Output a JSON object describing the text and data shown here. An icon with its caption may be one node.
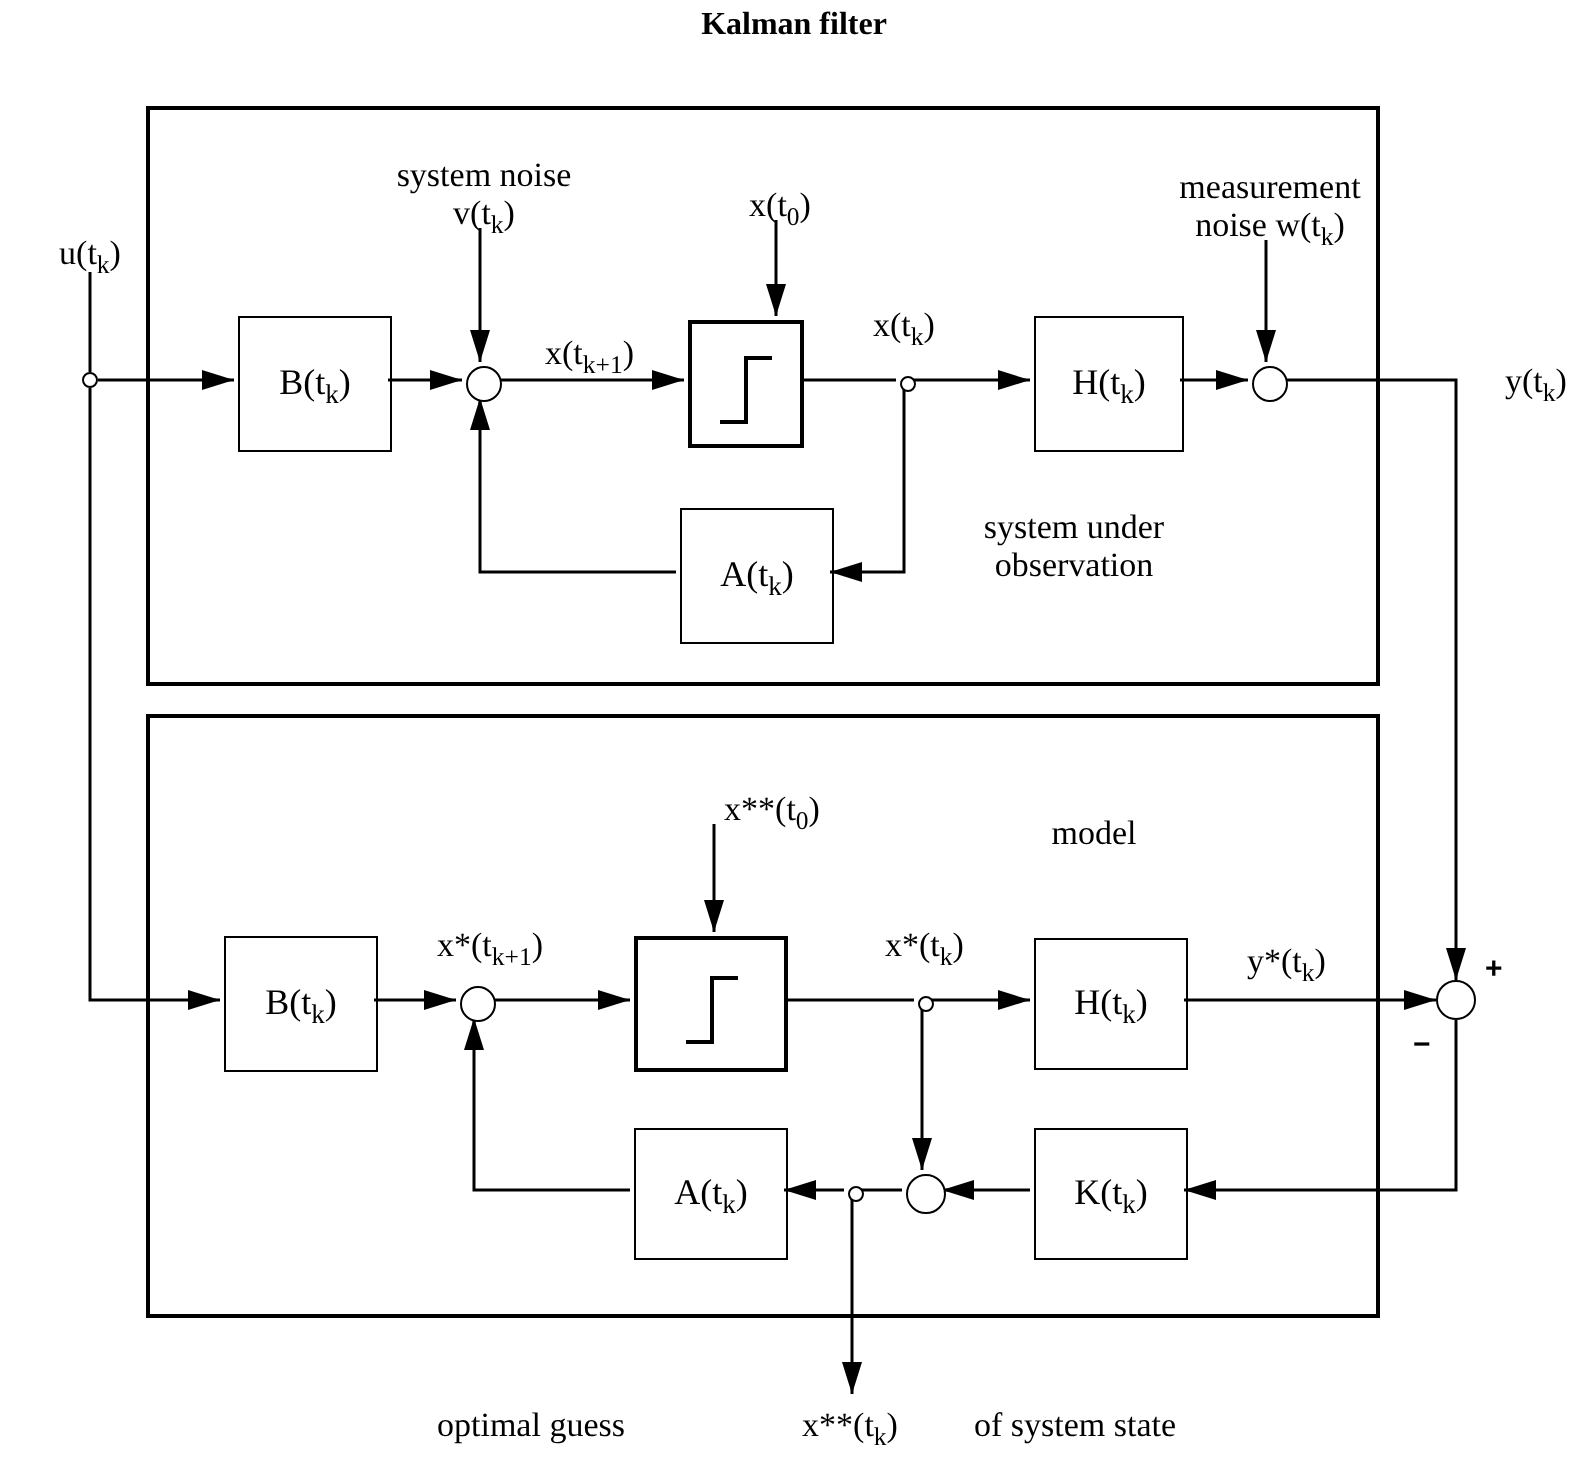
{
  "diagram": {
    "title": "Kalman filter",
    "nodes": [
      {
        "text": [
          "system under observation"
        ]
      },
      {
        "text": [
          "model"
        ]
      },
      {
        "text": [
          "u(t$_{k}$)"
        ]
      },
      {
        "text": [],
        "shape": "circle"
      },
      {
        "text": [
          "B(t$_{k}$)"
        ],
        "in": 0
      },
      {
        "text": [],
        "shape": "circle",
        "in": 0
      },
      {
        "text": [
          "system noise v(t$_{k}$)"
        ],
        "in": 0
      },
      {
        "text": [
          "x(t$_{0}$)"
        ],
        "in": 0
      },
      {
        "text": [],
        "shape": "box",
        "in": 0
      },
      {
        "text": [],
        "shape": "circle",
        "in": 0
      },
      {
        "text": [
          "H(t$_{k}$)"
        ],
        "in": 0
      },
      {
        "text": [
          "measurement noise w(t$_{k}$)"
        ],
        "in": 0
      },
      {
        "text": [],
        "shape": "circle",
        "in": 0
      },
      {
        "text": [
          "A(t$_{k}$)"
        ],
        "in": 0
      },
      {
        "text": [
          "x**(t$_{0}$)"
        ],
        "in": 1
      },
      {
        "text": [
          "B(t$_{k}$)"
        ],
        "in": 1
      },
      {
        "text": [],
        "shape": "circle",
        "in": 1
      },
      {
        "text": [],
        "shape": "box",
        "in": 1
      },
      {
        "text": [],
        "shape": "circle",
        "in": 1
      },
      {
        "text": [
          "H(t$_{k}$)"
        ],
        "in": 1
      },
      {
        "text": [],
        "shape": "circle"
      },
      {
        "text": [
          "K(t$_{k}$)"
        ],
        "in": 1
      },
      {
        "text": [],
        "shape": "circle",
        "in": 1
      },
      {
        "text": [],
        "shape": "circle",
        "in": 1
      },
      {
        "text": [
          "A(t$_{k}$)"
        ],
        "in": 1
      },
      {
        "text": [
          "optimal guess",
          "x**(t$_{k}$)",
          "of system state"
        ]
      }
    ],
    "edges": [
      {
        "from": 2,
        "to": 3,
        "arrow": "none"
      },
      {
        "from": 3,
        "to": 4,
        "arrow": "to"
      },
      {
        "from": 3,
        "to": 15,
        "arrow": "to"
      },
      {
        "from": 4,
        "to": 5,
        "arrow": "to"
      },
      {
        "from": 6,
        "to": 5,
        "arrow": "to"
      },
      {
        "from": 5,
        "to": 8,
        "arrow": "to",
        "label": "x(t$_{k+1}$)"
      },
      {
        "from": 7,
        "to": 8,
        "arrow": "to"
      },
      {
        "from": 8,
        "to": 9,
        "arrow": "none",
        "label": "x(t$_{k}$)"
      },
      {
        "from": 9,
        "to": 10,
        "arrow": "to"
      },
      {
        "from": 9,
        "to": 13,
        "arrow": "to"
      },
      {
        "from": 13,
        "to": 5,
        "arrow": "to"
      },
      {
        "from": 10,
        "to": 12,
        "arrow": "to"
      },
      {
        "from": 11,
        "to": 12,
        "arrow": "to"
      },
      {
        "from": 12,
        "to": 20,
        "arrow": "to",
        "label": "y(t$_{k}$)"
      },
      {
        "from": 15,
        "to": 16,
        "arrow": "to"
      },
      {
        "from": 16,
        "to": 17,
        "arrow": "to",
        "label": "x*(t$_{k+1}$)"
      },
      {
        "from": 14,
        "to": 17,
        "arrow": "to"
      },
      {
        "from": 17,
        "to": 18,
        "arrow": "none",
        "label": "x*(t$_{k}$)"
      },
      {
        "from": 18,
        "to": 19,
        "arrow": "to"
      },
      {
        "from": 18,
        "to": 22,
        "arrow": "to"
      },
      {
        "from": 19,
        "to": 20,
        "arrow": "to",
        "label": "y*(t$_{k}$)"
      },
      {
        "from": 20,
        "to": 21,
        "arrow": "to"
      },
      {
        "from": 21,
        "to": 22,
        "arrow": "to"
      },
      {
        "from": 22,
        "to": 23,
        "arrow": "none"
      },
      {
        "from": 23,
        "to": 24,
        "arrow": "to"
      },
      {
        "from": 24,
        "to": 16,
        "arrow": "to"
      },
      {
        "from": 23,
        "to": 25,
        "arrow": "to"
      }
    ],
    "labels": [
      "+",
      "−"
    ]
  }
}
